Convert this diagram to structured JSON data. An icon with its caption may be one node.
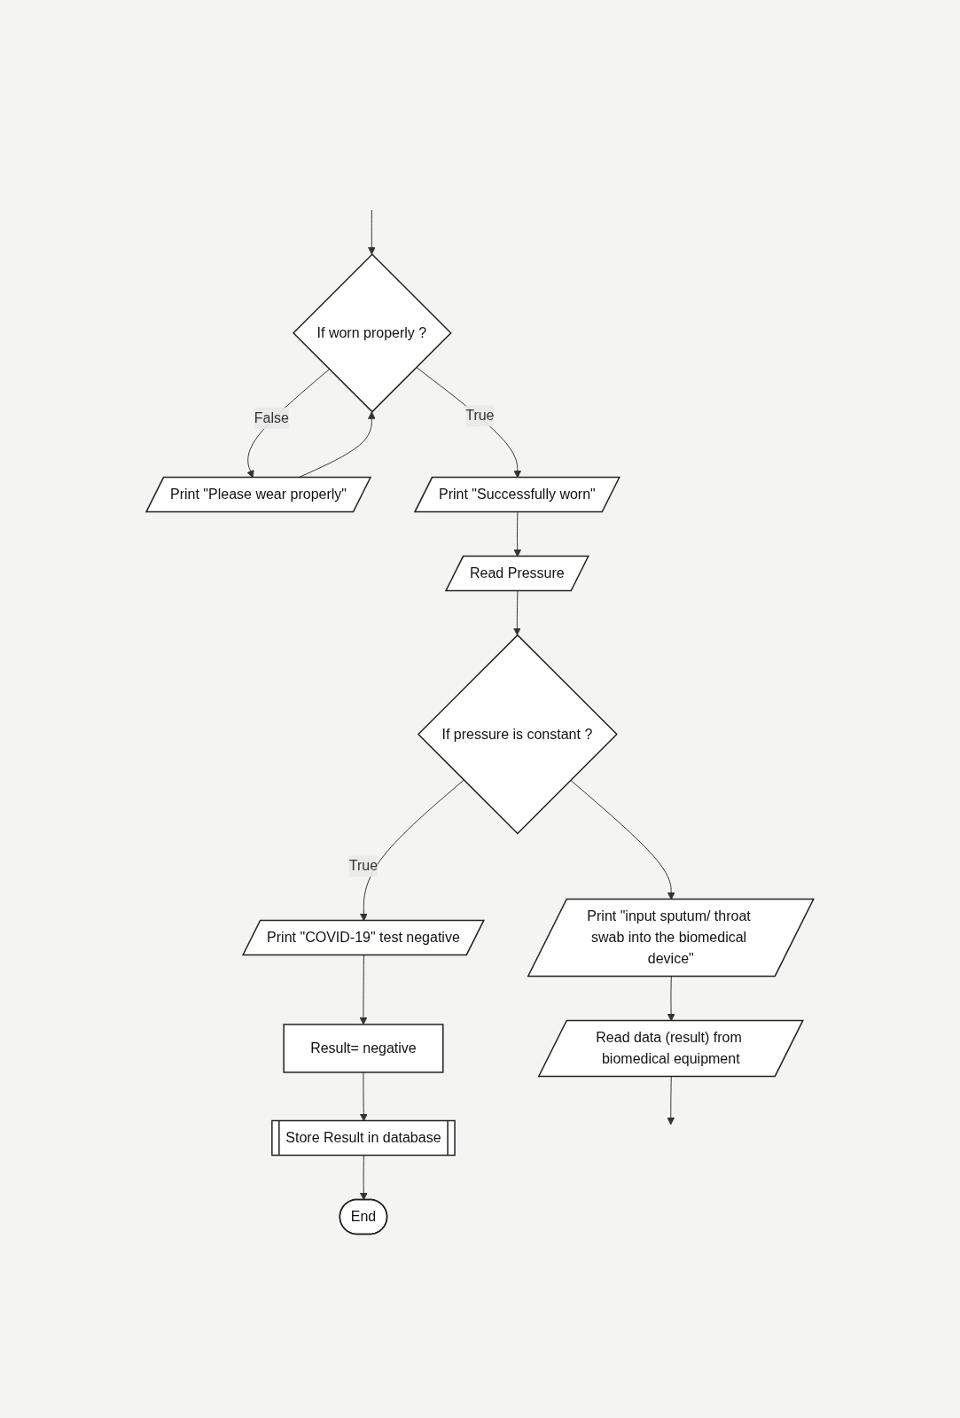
{
  "diagram": {
    "nodes": [
      {
        "text": [
          "If worn properly ?"
        ]
      },
      {
        "text": [
          "Print \"Please wear properly\""
        ]
      },
      {
        "text": [
          "Print \"Successfully worn\""
        ]
      },
      {
        "text": [
          "Read Pressure"
        ]
      },
      {
        "text": [
          "If pressure is constant ?"
        ]
      },
      {
        "text": [
          "Print \"COVID-19\" test negative"
        ]
      },
      {
        "text": [
          "Print \"input sputum/ throat swab into the biomedical device\""
        ]
      },
      {
        "text": [
          "Result= negative"
        ]
      },
      {
        "text": [
          "Read data (result) from biomedical equipment"
        ]
      },
      {
        "text": [
          "Store Result in database"
        ]
      },
      {
        "text": [
          "End"
        ]
      }
    ],
    "edges": [
      {
        "from": null,
        "to": 0,
        "arrow": "to"
      },
      {
        "from": 0,
        "to": 1,
        "arrow": "to",
        "label": "False"
      },
      {
        "from": 1,
        "to": 0,
        "arrow": "to"
      },
      {
        "from": 0,
        "to": 2,
        "arrow": "to",
        "label": "True"
      },
      {
        "from": 2,
        "to": 3,
        "arrow": "to"
      },
      {
        "from": 3,
        "to": 4,
        "arrow": "to"
      },
      {
        "from": 4,
        "to": 5,
        "arrow": "to",
        "label": "True"
      },
      {
        "from": 4,
        "to": 6,
        "arrow": "to"
      },
      {
        "from": 5,
        "to": 7,
        "arrow": "to"
      },
      {
        "from": 7,
        "to": 9,
        "arrow": "to"
      },
      {
        "from": 9,
        "to": 10,
        "arrow": "to"
      },
      {
        "from": 6,
        "to": 8,
        "arrow": "to"
      },
      {
        "from": 8,
        "to": null,
        "arrow": "to"
      }
    ]
  }
}
